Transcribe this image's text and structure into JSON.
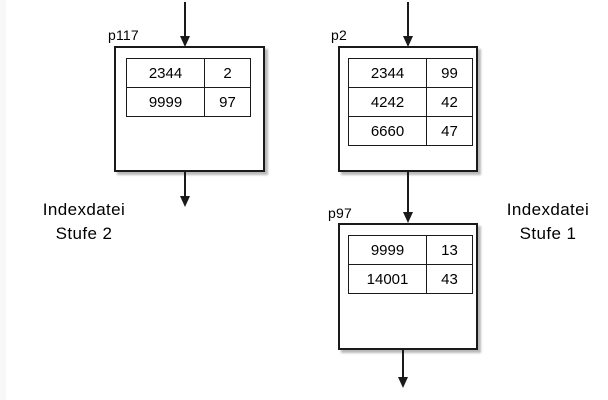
{
  "diagram": {
    "title_left": "Indexdatei\nStufe 2",
    "captions": {
      "left_line1": "Indexdatei",
      "left_line2": "Stufe 2",
      "right_line1": "Indexdatei",
      "right_line2": "Stufe 1"
    },
    "colors": {
      "background": "#ffffff",
      "stroke": "#1a1a1a",
      "text": "#000000"
    },
    "blocks": [
      {
        "id": "p117",
        "label": "p117",
        "rows": [
          {
            "key": "2344",
            "ptr": "2"
          },
          {
            "key": "9999",
            "ptr": "97"
          }
        ]
      },
      {
        "id": "p2",
        "label": "p2",
        "rows": [
          {
            "key": "2344",
            "ptr": "99"
          },
          {
            "key": "4242",
            "ptr": "42"
          },
          {
            "key": "6660",
            "ptr": "47"
          }
        ]
      },
      {
        "id": "p97",
        "label": "p97",
        "rows": [
          {
            "key": "9999",
            "ptr": "13"
          },
          {
            "key": "14001",
            "ptr": "43"
          }
        ]
      }
    ]
  }
}
